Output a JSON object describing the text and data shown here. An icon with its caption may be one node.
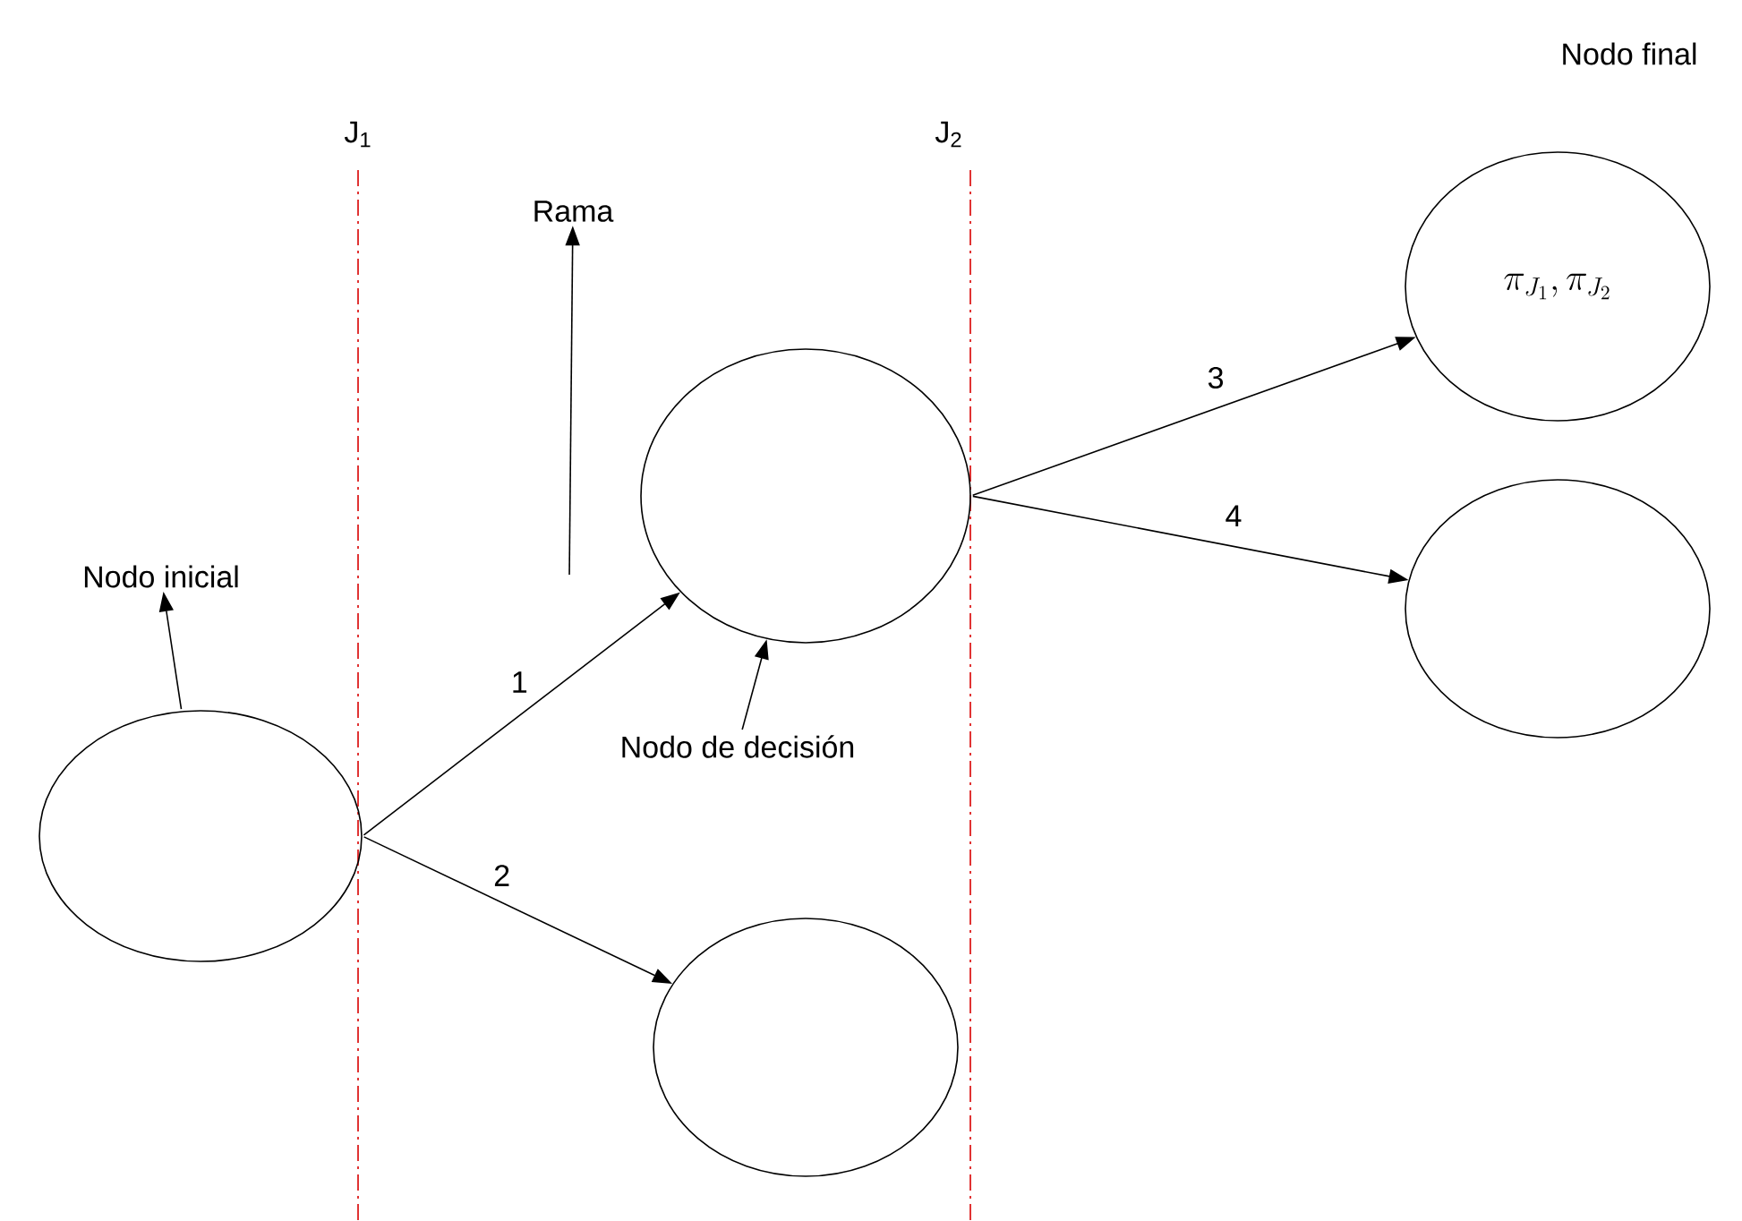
{
  "diagram": {
    "nodes": [
      {
        "text": [],
        "shape": "circle"
      },
      {
        "text": [],
        "shape": "circle"
      },
      {
        "text": [],
        "shape": "circle"
      },
      {
        "text": [
          "Nodo final",
          "\\pi_{J_1}, \\pi_{J_2}"
        ]
      },
      {
        "text": [],
        "shape": "circle"
      },
      {
        "text": [
          "Nodo inicial"
        ]
      },
      {
        "text": [
          "Rama"
        ]
      },
      {
        "text": [
          "Nodo de decisión"
        ]
      }
    ],
    "edges": [
      {
        "from": 0,
        "to": 1,
        "arrow": "to",
        "label": "1"
      },
      {
        "from": 0,
        "to": 2,
        "arrow": "to",
        "label": "2"
      },
      {
        "from": 1,
        "to": 3,
        "arrow": "to",
        "label": "3"
      },
      {
        "from": 1,
        "to": 4,
        "arrow": "to",
        "label": "4"
      },
      {
        "from": 0,
        "to": 5,
        "arrow": "to"
      },
      {
        "from": null,
        "to": 6,
        "arrow": "to"
      },
      {
        "from": 7,
        "to": 1,
        "arrow": "to"
      }
    ],
    "labels": [
      "J$_{1}$",
      "J$_{2}$"
    ]
  }
}
